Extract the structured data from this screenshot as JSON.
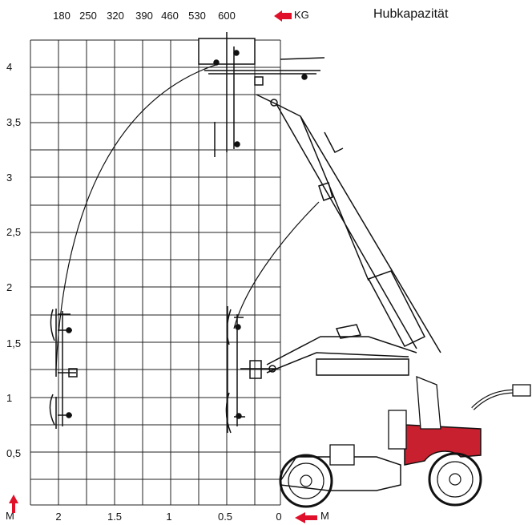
{
  "title": "Hubkapazität",
  "capacity_unit": "KG",
  "capacities": [
    "180",
    "250",
    "320",
    "390",
    "460",
    "530",
    "600"
  ],
  "vertical_axis": {
    "unit": "M",
    "ticks": [
      "4",
      "3,5",
      "3",
      "2,5",
      "2",
      "1,5",
      "1",
      "0,5"
    ]
  },
  "horizontal_axis": {
    "unit": "M",
    "ticks": [
      "2",
      "1.5",
      "1",
      "0.5",
      "0"
    ]
  },
  "colors": {
    "arrow": "#e0102a",
    "machine_body": "#c8202e",
    "line": "#111111",
    "grid": "#222222"
  }
}
